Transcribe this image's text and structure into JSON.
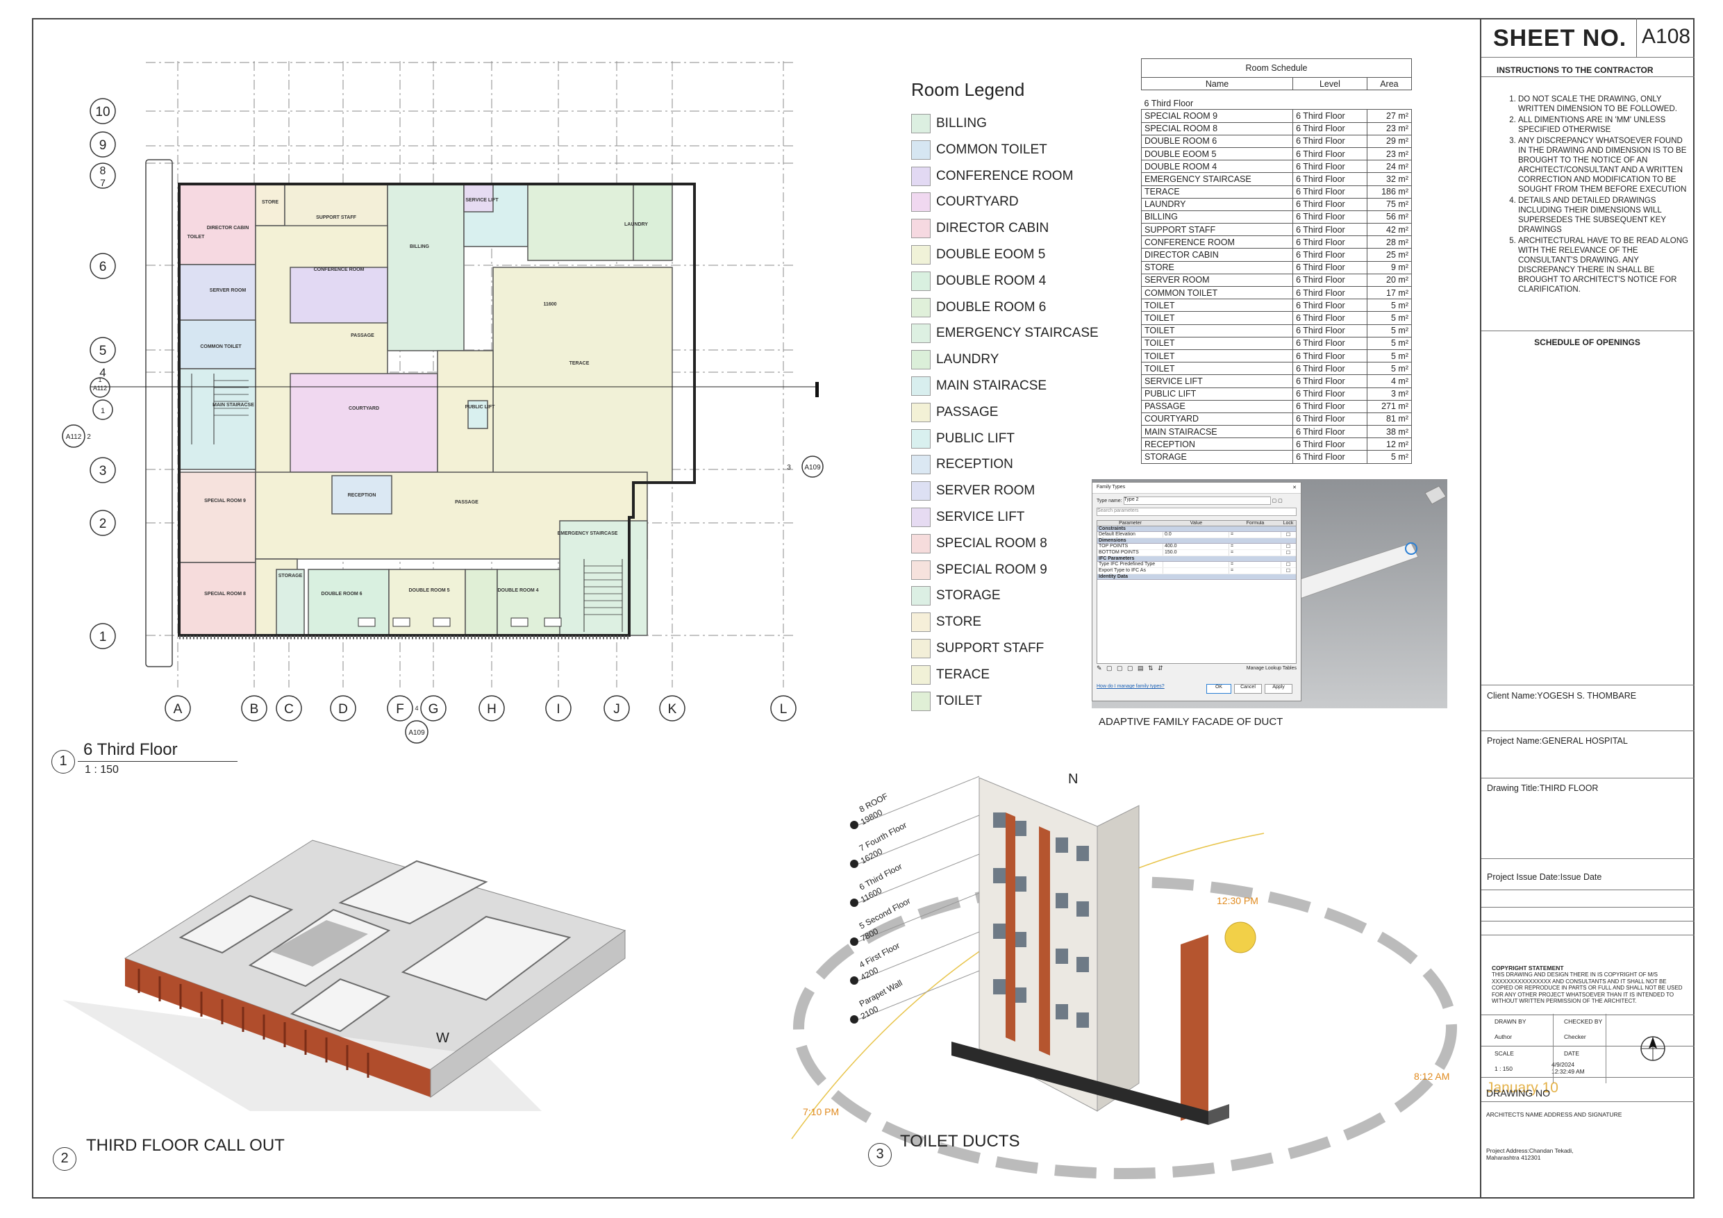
{
  "sheet": {
    "sheet_no_label": "SHEET NO.",
    "sheet_no_value": "A108",
    "instructions_title": "INSTRUCTIONS TO THE CONTRACTOR",
    "instructions": [
      "DO NOT SCALE THE DRAWING, ONLY WRITTEN DIMENSION TO BE FOLLOWED.",
      "ALL DIMENTIONS ARE IN 'MM' UNLESS SPECIFIED OTHERWISE",
      "ANY DISCREPANCY WHATSOEVER FOUND IN THE DRAWING AND DIMENSION IS TO BE BROUGHT TO THE NOTICE OF AN ARCHITECT/CONSULTANT AND A WRITTEN CORRECTION AND MODIFICATION TO BE SOUGHT FROM THEM BEFORE EXECUTION",
      "DETAILS AND DETAILED DRAWINGS INCLUDING THEIR DIMENSIONS WILL SUPERSEDES THE SUBSEQUENT KEY DRAWINGS",
      "ARCHITECTURAL HAVE TO BE READ ALONG WITH THE RELEVANCE OF THE CONSULTANT'S DRAWING. ANY DISCREPANCY THERE IN SHALL BE BROUGHT TO ARCHITECT'S NOTICE FOR CLARIFICATION."
    ],
    "schedule_of_openings": "SCHEDULE OF OPENINGS",
    "client": "Client Name:YOGESH S. THOMBARE",
    "project": "Project Name:GENERAL HOSPITAL",
    "drawing_title": "Drawing Title:THIRD FLOOR",
    "issue_date": "Project Issue Date:Issue Date",
    "copyright_title": "COPYRIGHT STATEMENT",
    "copyright_text": "THIS DRAWING AND DESIGN THERE IN IS COPYRIGHT OF M/S XXXXXXXXXXXXXXXX AND CONSULTANTS AND IT SHALL NOT BE COPIED OR REPRODUCE IN PARTS OR FULL AND SHALL NOT BE USED FOR ANY OTHER PROJECT WHATSOEVER THAN IT IS INTENDED TO WITHOUT WRITTEN PERMISSION OF THE ARCHITECT.",
    "drawn_by_label": "DRAWN BY",
    "drawn_by": "Author",
    "checked_by_label": "CHECKED BY",
    "checked_by": "Checker",
    "scale_label": "SCALE",
    "scale": "1 : 150",
    "date_label": "DATE",
    "date": "4/9/2024 12:32:49 AM",
    "drawing_no": "DRAWING NO",
    "sun_date": "January 10",
    "architect_addr": "ARCHITECTS NAME ADDRESS AND SIGNATURE",
    "project_address": "Project Address:Chandan Tekadi, Maharashtra 412301"
  },
  "legend": {
    "title": "Room Legend",
    "items": [
      {
        "label": "BILLING",
        "color": "#dcefe1"
      },
      {
        "label": "COMMON TOILET",
        "color": "#d6e6f2"
      },
      {
        "label": "CONFERENCE ROOM",
        "color": "#e2d9f3"
      },
      {
        "label": "COURTYARD",
        "color": "#f0d8f0"
      },
      {
        "label": "DIRECTOR CABIN",
        "color": "#f6d9e1"
      },
      {
        "label": "DOUBLE EOOM 5",
        "color": "#f0f2d8"
      },
      {
        "label": "DOUBLE ROOM 4",
        "color": "#d9f0e0"
      },
      {
        "label": "DOUBLE ROOM 6",
        "color": "#e0f0da"
      },
      {
        "label": "EMERGENCY STAIRCASE",
        "color": "#ddf0e2"
      },
      {
        "label": "LAUNDRY",
        "color": "#dbefd9"
      },
      {
        "label": "MAIN STAIRACSE",
        "color": "#d8eeee"
      },
      {
        "label": "PASSAGE",
        "color": "#f3f1d6"
      },
      {
        "label": "PUBLIC LIFT",
        "color": "#d9f0ef"
      },
      {
        "label": "RECEPTION",
        "color": "#dbe8f3"
      },
      {
        "label": "SERVER ROOM",
        "color": "#dde0f3"
      },
      {
        "label": "SERVICE LIFT",
        "color": "#e6dbf2"
      },
      {
        "label": "SPECIAL ROOM 8",
        "color": "#f6dcdc"
      },
      {
        "label": "SPECIAL ROOM 9",
        "color": "#f6e2dd"
      },
      {
        "label": "STORAGE",
        "color": "#dcefe4"
      },
      {
        "label": "STORE",
        "color": "#f6efd9"
      },
      {
        "label": "SUPPORT STAFF",
        "color": "#f3efd8"
      },
      {
        "label": "TERACE",
        "color": "#f1f1d7"
      },
      {
        "label": "TOILET",
        "color": "#e0efd6"
      }
    ]
  },
  "schedule": {
    "title": "Room Schedule",
    "columns": [
      "Name",
      "Level",
      "Area"
    ],
    "group": "6 Third Floor",
    "rows": [
      [
        "SPECIAL ROOM 9",
        "6 Third Floor",
        "27 m²"
      ],
      [
        "SPECIAL ROOM 8",
        "6 Third Floor",
        "23 m²"
      ],
      [
        "DOUBLE ROOM 6",
        "6 Third Floor",
        "29 m²"
      ],
      [
        "DOUBLE EOOM 5",
        "6 Third Floor",
        "23 m²"
      ],
      [
        "DOUBLE ROOM 4",
        "6 Third Floor",
        "24 m²"
      ],
      [
        "EMERGENCY STAIRCASE",
        "6 Third Floor",
        "32 m²"
      ],
      [
        "TERACE",
        "6 Third Floor",
        "186 m²"
      ],
      [
        "LAUNDRY",
        "6 Third Floor",
        "75 m²"
      ],
      [
        "BILLING",
        "6 Third Floor",
        "56 m²"
      ],
      [
        "SUPPORT STAFF",
        "6 Third Floor",
        "42 m²"
      ],
      [
        "CONFERENCE ROOM",
        "6 Third Floor",
        "28 m²"
      ],
      [
        "DIRECTOR CABIN",
        "6 Third Floor",
        "25 m²"
      ],
      [
        "STORE",
        "6 Third Floor",
        "9 m²"
      ],
      [
        "SERVER ROOM",
        "6 Third Floor",
        "20 m²"
      ],
      [
        "COMMON TOILET",
        "6 Third Floor",
        "17 m²"
      ],
      [
        "TOILET",
        "6 Third Floor",
        "5 m²"
      ],
      [
        "TOILET",
        "6 Third Floor",
        "5 m²"
      ],
      [
        "TOILET",
        "6 Third Floor",
        "5 m²"
      ],
      [
        "TOILET",
        "6 Third Floor",
        "5 m²"
      ],
      [
        "TOILET",
        "6 Third Floor",
        "5 m²"
      ],
      [
        "TOILET",
        "6 Third Floor",
        "5 m²"
      ],
      [
        "SERVICE LIFT",
        "6 Third Floor",
        "4 m²"
      ],
      [
        "PUBLIC LIFT",
        "6 Third Floor",
        "3 m²"
      ],
      [
        "PASSAGE",
        "6 Third Floor",
        "271 m²"
      ],
      [
        "COURTYARD",
        "6 Third Floor",
        "81 m²"
      ],
      [
        "MAIN STAIRACSE",
        "6 Third Floor",
        "38 m²"
      ],
      [
        "RECEPTION",
        "6 Third Floor",
        "12 m²"
      ],
      [
        "STORAGE",
        "6 Third Floor",
        "5 m²"
      ]
    ]
  },
  "plan": {
    "row_labels": [
      "10",
      "9",
      "8",
      "7",
      "6",
      "5",
      "4",
      "1",
      "3",
      "2",
      "1"
    ],
    "col_labels": [
      "A",
      "B",
      "C",
      "D",
      "F",
      "G",
      "H",
      "I",
      "J",
      "K",
      "L"
    ],
    "rooms": {
      "director": "DIRECTOR CABIN",
      "store": "STORE",
      "support": "SUPPORT STAFF",
      "billing": "BILLING",
      "service_lift": "SERVICE LIFT",
      "laundry": "LAUNDRY",
      "toilet": "TOILET",
      "server": "SERVER ROOM",
      "conference": "CONFERENCE ROOM",
      "passage": "PASSAGE",
      "terace": "TERACE",
      "common_toilet": "COMMON TOILET",
      "main_stair": "MAIN STAIRACSE",
      "courtyard": "COURTYARD",
      "public_lift": "PUBLIC LIFT",
      "reception": "RECEPTION",
      "special9": "SPECIAL ROOM 9",
      "special8": "SPECIAL ROOM 8",
      "storage": "STORAGE",
      "double6": "DOUBLE ROOM 6",
      "double5": "DOUBLE ROOM 5",
      "double4": "DOUBLE ROOM 4",
      "emergency": "EMERGENCY STAIRCASE",
      "level_mark": "11600"
    },
    "callouts": {
      "a112_ref": "A112",
      "a112_num": "2",
      "a112_top": "A112",
      "a112_top_num": "1",
      "a109_right": "A109",
      "a109_right_num": "3",
      "a109_bottom": "A109",
      "a109_bottom_num": "4"
    }
  },
  "views": {
    "v1_num": "1",
    "v1_title": "6 Third Floor",
    "v1_scale": "1 : 150",
    "v2_num": "2",
    "v2_title": "THIRD FLOOR CALL OUT",
    "v3_num": "3",
    "v3_title": "TOILET DUCTS",
    "duct_caption": "ADAPTIVE FAMILY FACADE OF DUCT",
    "compass_w": "W",
    "compass_n": "N",
    "sun_noon": "12:30 PM",
    "sun_morning": "8:12 AM",
    "sun_evening": "7:10 PM",
    "levels": [
      {
        "name": "8 ROOF",
        "elev": "19800"
      },
      {
        "name": "7 Fourth Floor",
        "elev": "16200"
      },
      {
        "name": "6 Third Floor",
        "elev": "11600"
      },
      {
        "name": "5 Second Floor",
        "elev": "7800"
      },
      {
        "name": "4 First Floor",
        "elev": "4200"
      },
      {
        "name": "Parapet Wall",
        "elev": "2100"
      }
    ]
  },
  "dialog": {
    "title": "Family Types",
    "type_name_label": "Type name:",
    "type_name": "Type 2",
    "search_placeholder": "Search parameters",
    "headers": [
      "Parameter",
      "Value",
      "Formula",
      "Lock"
    ],
    "groups": [
      {
        "name": "Constraints",
        "rows": [
          [
            "Default Elevation",
            "0.0",
            "="
          ]
        ]
      },
      {
        "name": "Dimensions",
        "rows": [
          [
            "TOP POINTS",
            "400.0",
            "="
          ],
          [
            "BOTTOM POINTS",
            "150.0",
            "="
          ]
        ]
      },
      {
        "name": "IFC Parameters",
        "rows": [
          [
            "Type IFC Predefined Type",
            "",
            "="
          ],
          [
            "Export Type to IFC As",
            "",
            "="
          ]
        ]
      },
      {
        "name": "Identity Data",
        "rows": []
      }
    ],
    "lookup": "Manage Lookup Tables",
    "help_link": "How do I manage family types?",
    "ok": "OK",
    "cancel": "Cancel",
    "apply": "Apply"
  }
}
